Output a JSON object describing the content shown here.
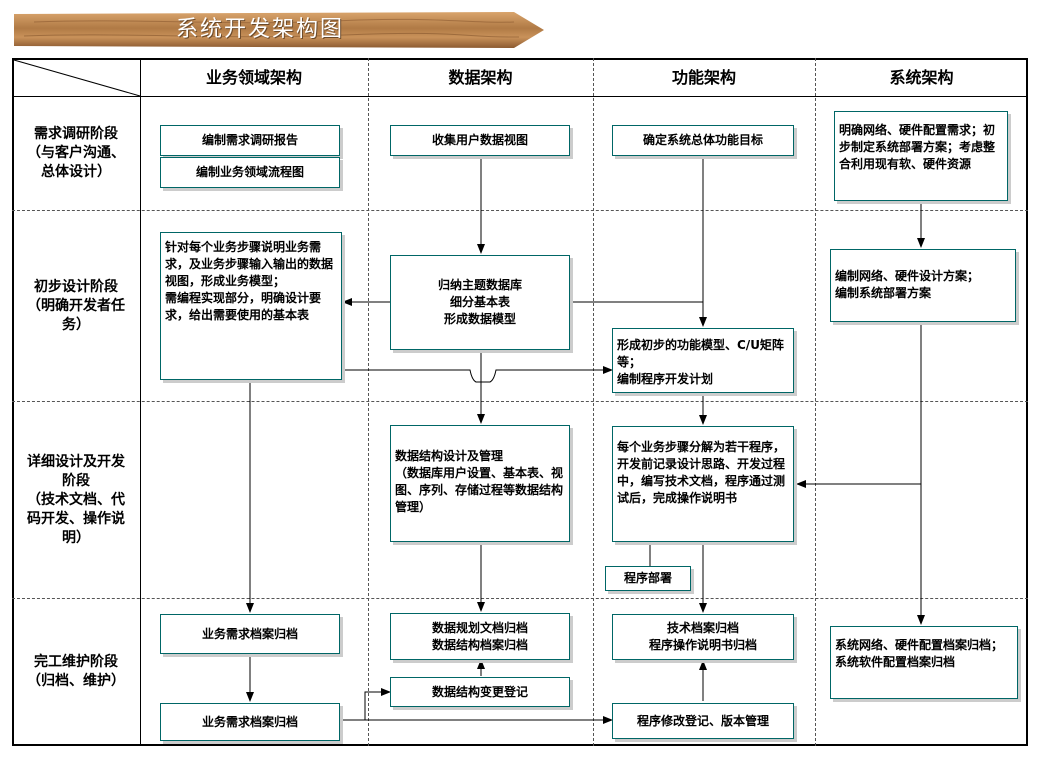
{
  "title": "系统开发架构图",
  "columns": [
    "业务领域架构",
    "数据架构",
    "功能架构",
    "系统架构"
  ],
  "rows": [
    "需求调研阶段\n（与客户沟通、\n总体设计）",
    "初步设计阶段\n（明确开发者任\n务）",
    "详细设计及开发\n阶段\n（技术文档、代\n码开发、操作说\n明）",
    "完工维护阶段\n（归档、维护）"
  ],
  "boxes": {
    "biz_report": "编制需求调研报告",
    "biz_flow": "编制业务领域流程图",
    "data_collect": "收集用户数据视图",
    "func_goal": "确定系统总体功能目标",
    "sys_network": "明确网络、硬件配置需求；初步制定系统部署方案；考虑整合利用现有软、硬件资源",
    "biz_steps": "针对每个业务步骤说明业务需求，及业务步骤输入输出的数据视图，形成业务模型；\n需编程实现部分，明确设计要求，给出需要使用的基本表",
    "data_model": "归纳主题数据库\n细分基本表\n形成数据模型",
    "sys_design": "编制网络、硬件设计方案；\n编制系统部署方案",
    "func_model": "形成初步的功能模型、C/U矩阵等；\n编制程序开发计划",
    "data_struct": "数据结构设计及管理\n（数据库用户设置、基本表、视图、序列、存储过程等数据结构管理）",
    "func_dev": "每个业务步骤分解为若干程序，开发前记录设计思路、开发过程中，编写技术文档，程序通过测试后，完成操作说明书",
    "deploy": "程序部署",
    "biz_archive1": "业务需求档案归档",
    "biz_archive2": "业务需求档案归档",
    "data_archive": "数据规划文档归档\n数据结构档案归档",
    "data_change": "数据结构变更登记",
    "tech_archive": "技术档案归档\n程序操作说明书归档",
    "prog_change": "程序修改登记、版本管理",
    "sys_archive": "系统网络、硬件配置档案归档；\n系统软件配置档案归档"
  },
  "colors": {
    "box_border": "#006666",
    "banner": "#b07a45"
  }
}
